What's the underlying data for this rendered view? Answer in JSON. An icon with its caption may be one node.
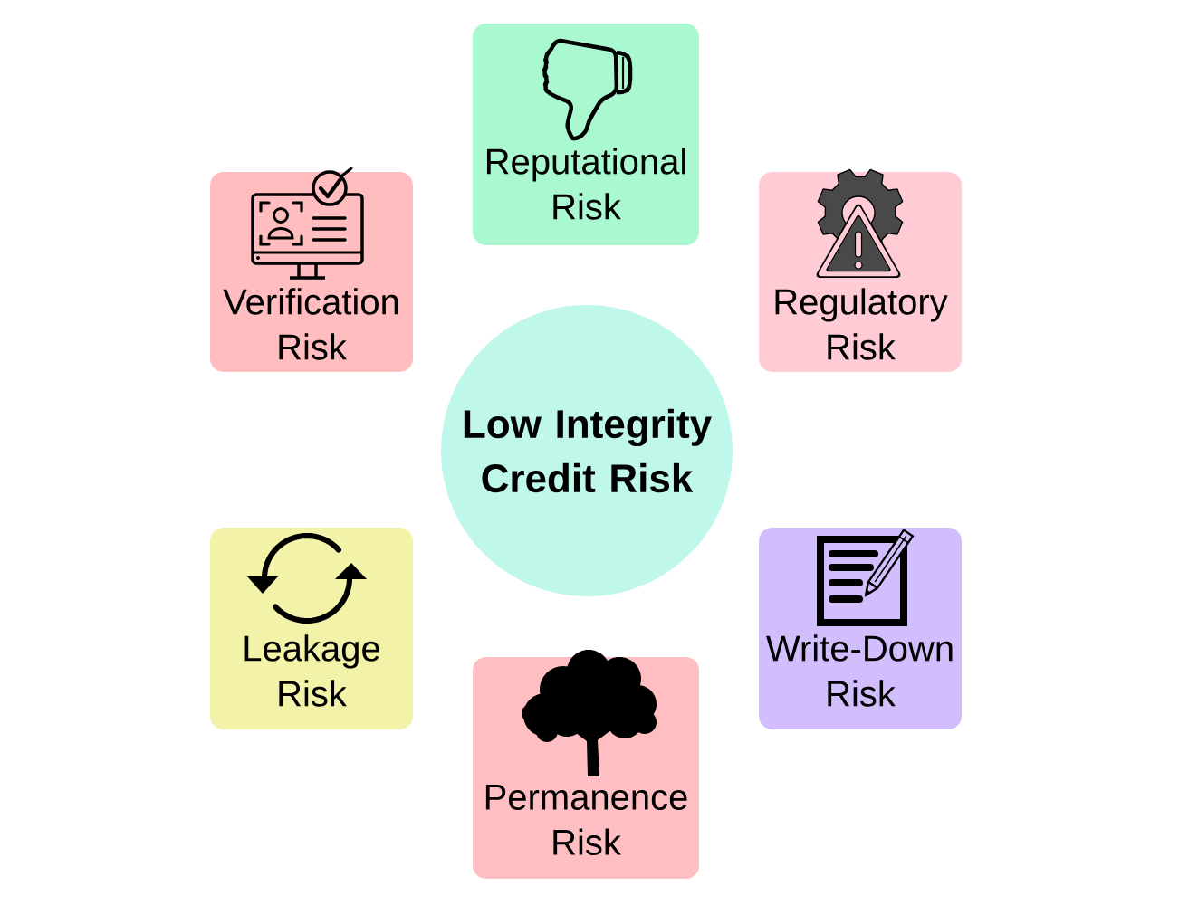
{
  "diagram": {
    "nodes": [
      {
        "text": [
          "Reputational Risk"
        ]
      },
      {
        "text": [
          "Verification Risk"
        ]
      },
      {
        "text": [
          "Regulatory Risk"
        ]
      },
      {
        "text": [
          "Low Integrity Credit Risk"
        ]
      },
      {
        "text": [
          "Leakage Risk"
        ]
      },
      {
        "text": [
          "Write-Down Risk"
        ]
      },
      {
        "text": [
          "Permanence Risk"
        ]
      }
    ]
  }
}
